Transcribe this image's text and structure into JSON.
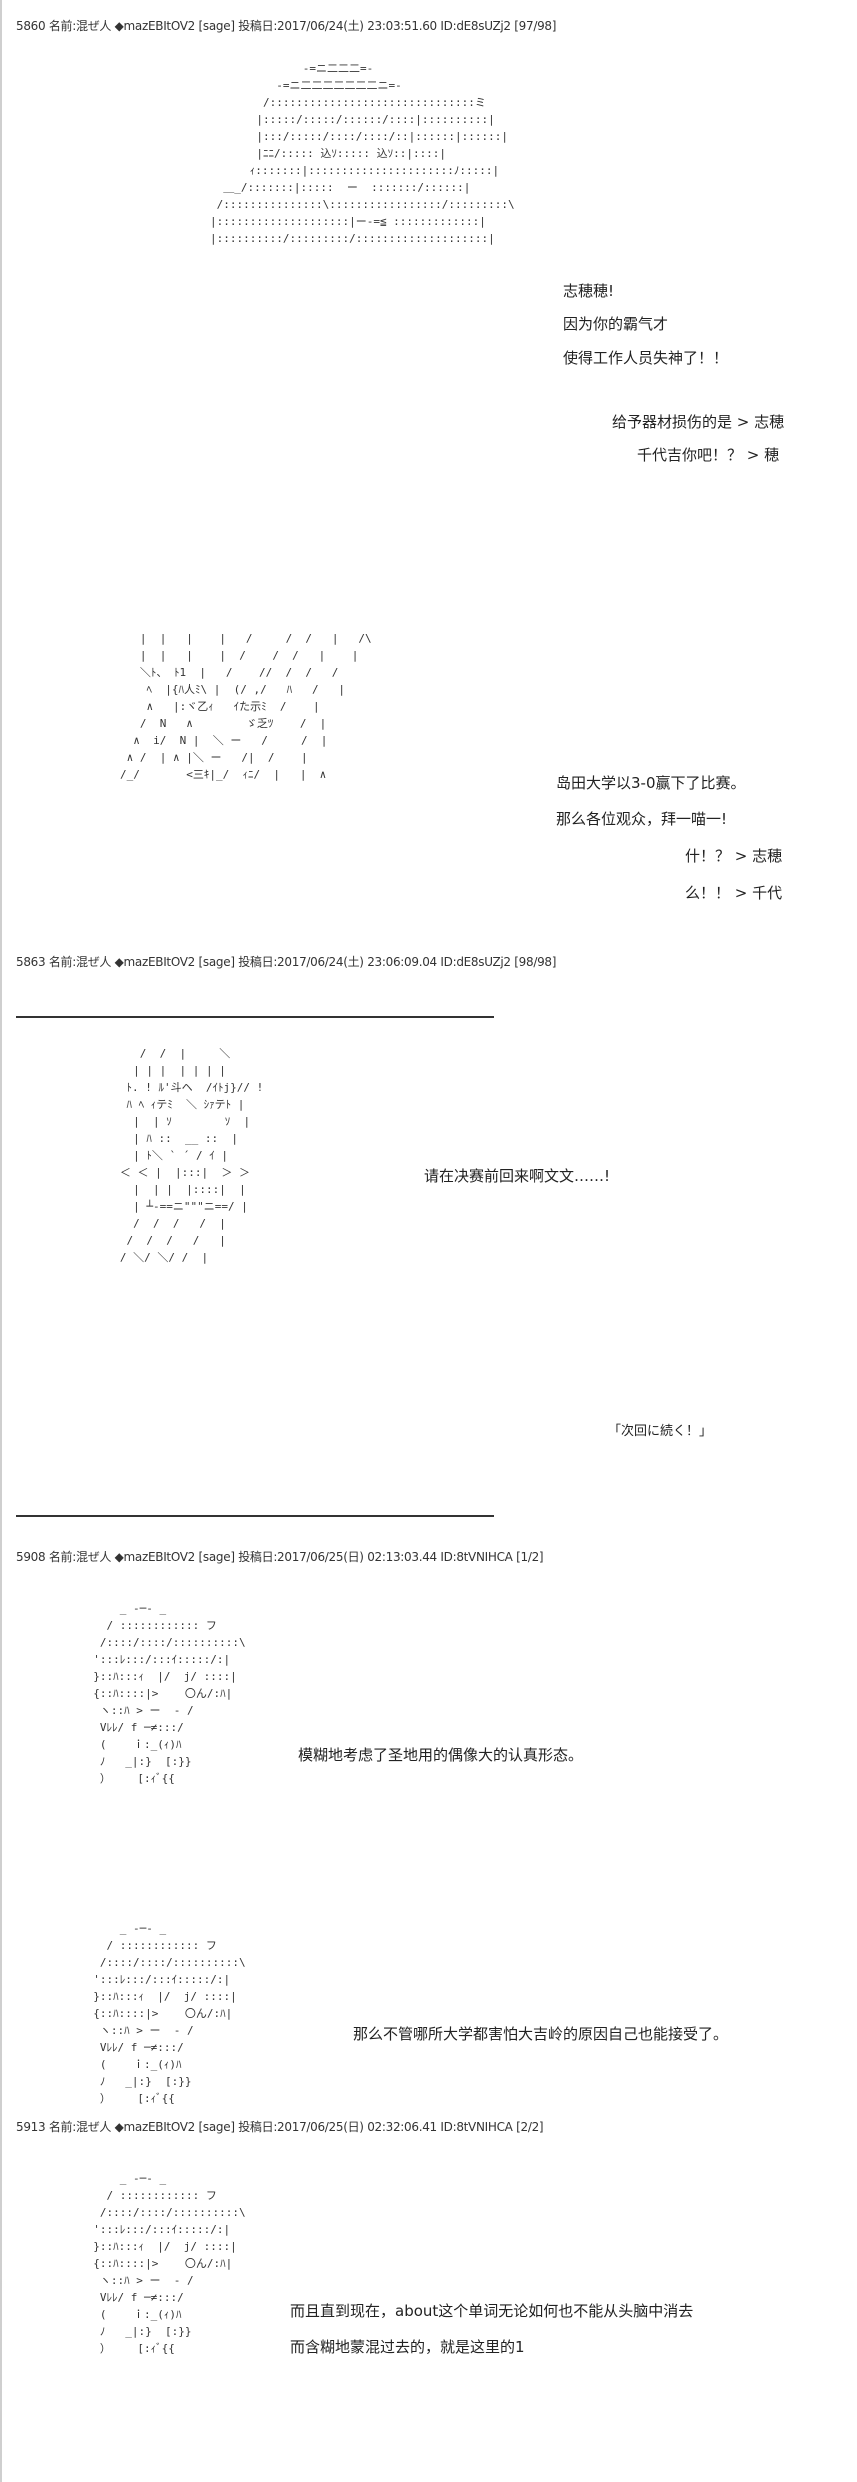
{
  "posts": [
    {
      "header": "5860 名前:混ぜ人 ◆mazEBItOV2 [sage] 投稿日:2017/06/24(土) 23:03:51.60 ID:dE8sUZj2 [97/98]",
      "panels": [
        {
          "lines": [
            "志穂穂!",
            "因为你的霸气才",
            "使得工作人员失神了！！",
            "给予器材损伤的是 > 志穂",
            "千代吉你吧！？ > 穂"
          ]
        },
        {
          "lines": [
            "岛田大学以3-0赢下了比赛。",
            "那么各位观众，拜一喵一!",
            "什！？ > 志穂",
            "么！！ > 千代"
          ]
        }
      ]
    },
    {
      "header": "5863 名前:混ぜ人 ◆mazEBItOV2 [sage] 投稿日:2017/06/24(土) 23:06:09.04 ID:dE8sUZj2 [98/98]",
      "panels": [
        {
          "lines": [
            "请在决赛前回来啊文文……!",
            "「次回に続く！」"
          ]
        }
      ]
    },
    {
      "header": "5908 名前:混ぜ人 ◆mazEBItOV2 [sage] 投稿日:2017/06/25(日) 02:13:03.44 ID:8tVNIHCA [1/2]",
      "panels": [
        {
          "lines": [
            "模糊地考虑了圣地用的偶像大的认真形态。"
          ]
        },
        {
          "lines": [
            "那么不管哪所大学都害怕大吉岭的原因自己也能接受了。"
          ]
        }
      ]
    },
    {
      "header": "5913 名前:混ぜ人 ◆mazEBItOV2 [sage] 投稿日:2017/06/25(日) 02:32:06.41 ID:8tVNIHCA [2/2]",
      "panels": [
        {
          "lines": [
            "而且直到现在，about这个单词无论如何也不能从头脑中消去",
            "而含糊地蒙混过去的，就是这里的1"
          ]
        }
      ]
    }
  ],
  "ascii_art": {
    "a1": "              -=ニ二二二=-\n          -=ニ二二二二二二二ニ=-\n        /:::::::::::::::::::::::::::::::ミ\n       |:::::/:::::/::::::/::::|::::::::::|\n       |:::/:::::/::::/::::/::|::::::|::::::|\n       |ﾆﾆ/::::: 込ｿ::::: 込ｿ::|::::|\n      ｨ:::::::|::::::::::::::::::::::ﾉ:::::|\n  ＿_/:::::::|:::::  ー  :::::::/::::::|\n /:::::::::::::::\\:::::::::::::::::/:::::::::\\\n|::::::::::::::::::::|ー-=≦ :::::::::::::|\n|::::::::::/:::::::::/::::::::::::::::::::|",
    "a2": "   |  |   |    |   /     /  /   |   /\\\n   |  |   |    |  /    /  /   |    |\n   ＼ﾄ、 ﾄ1  |   /    //  /  /   /\n    ﾍ  |{ﾊ人ﾐ\\ |  (/ ,/   ﾊ   /   |\n    ∧   |:ヾ乙ｨ   ｲた示ﾐ  /    |\n   /  N   ∧        ゞ乏ﾂ    /  |\n  ∧  i/  N |  ＼ ー   /     /  |\n ∧ /  | ∧ |＼ ー   /|  /    |\n/_/       <三ｷ|_/  ｨﾆ/  |   |  ∧",
    "a3": "      /  /  |     ＼\n     | | |  | | | |\n    ﾄ. ! ﾙ'斗ヘ  /ｲﾄj}// !\n    ﾊ ﾍ ｨテﾐ  ＼ ｼｧテﾄ |\n     |  | ｿ        ｿ  |\n     | ﾊ ::  __ ::  |\n     | ﾄ＼ ` ´ / ｲ |\n   ＜ ＜ |  |:::|  ＞ ＞\n     |  | |  |::::|  |\n     | ┴-==ニ\"\"\"ニ==/ |\n     /  /  /   /  |\n    /  /  /   /   |\n   / ＼/ ＼/ /  |",
    "a4": "      _ -─- _\n    / :::::::::::: フ\n   /::::/::::/::::::::::\\\n  ':::ﾚ:::/:::ｲ:::::/:|\n  }::ﾊ:::ｨ  |/  j/ ::::|\n  {::ﾊ::::|>    〇ん/:ﾊ|\n   ヽ::ﾊ > ー  ‐ /\n   Vﾚﾚ/ f ─≠:::/\n   (    ｉ:_(ｨ)ﾊ\n   ﾉ   _|:}  [:}}\n   ）    [:ｨﾞ{{"
  },
  "colors": {
    "text": "#222222",
    "border": "#cfcfcf",
    "rule": "#333333"
  }
}
